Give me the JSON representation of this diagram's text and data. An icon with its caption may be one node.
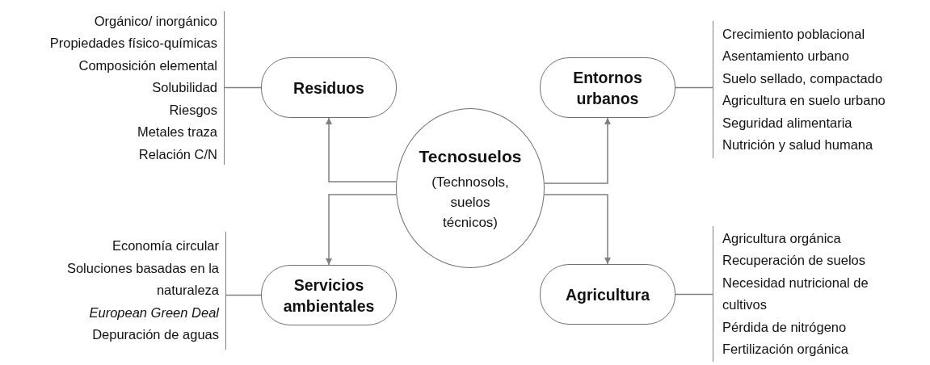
{
  "diagram": {
    "nodes": [
      {
        "text": [
          "Orgánico/ inorgánico",
          "Propiedades físico-químicas",
          "Composición elemental",
          "Solubilidad",
          "Riesgos",
          "Metales traza",
          "Relación C/N"
        ]
      },
      {
        "text": [
          "Residuos"
        ]
      },
      {
        "text": [
          "Entornos urbanos"
        ]
      },
      {
        "text": [
          "Crecimiento poblacional",
          "Asentamiento urbano",
          "Suelo sellado, compactado",
          "Agricultura en suelo urbano",
          "Seguridad alimentaria",
          "Nutrición y salud humana"
        ]
      },
      {
        "text": [
          "Tecnosuelos",
          "(Technosols, suelos técnicos)"
        ]
      },
      {
        "text": [
          "Economía circular",
          "Soluciones basadas en la naturaleza",
          "*European Green Deal*",
          "Depuración de aguas"
        ]
      },
      {
        "text": [
          "Servicios ambientales"
        ]
      },
      {
        "text": [
          "Agricultura"
        ]
      },
      {
        "text": [
          "Agricultura orgánica",
          "Recuperación de suelos",
          "Necesidad nutricional de cultivos",
          "Pérdida de nitrógeno",
          "Fertilización orgánica"
        ]
      }
    ],
    "edges": [
      {
        "from": 4,
        "to": 1,
        "arrow": "to"
      },
      {
        "from": 4,
        "to": 6,
        "arrow": "to"
      },
      {
        "from": 4,
        "to": 2,
        "arrow": "to"
      },
      {
        "from": 4,
        "to": 7,
        "arrow": "to"
      },
      {
        "from": 0,
        "to": 1,
        "arrow": "none"
      },
      {
        "from": 3,
        "to": 2,
        "arrow": "none"
      },
      {
        "from": 5,
        "to": 6,
        "arrow": "none"
      },
      {
        "from": 8,
        "to": 7,
        "arrow": "none"
      }
    ]
  }
}
